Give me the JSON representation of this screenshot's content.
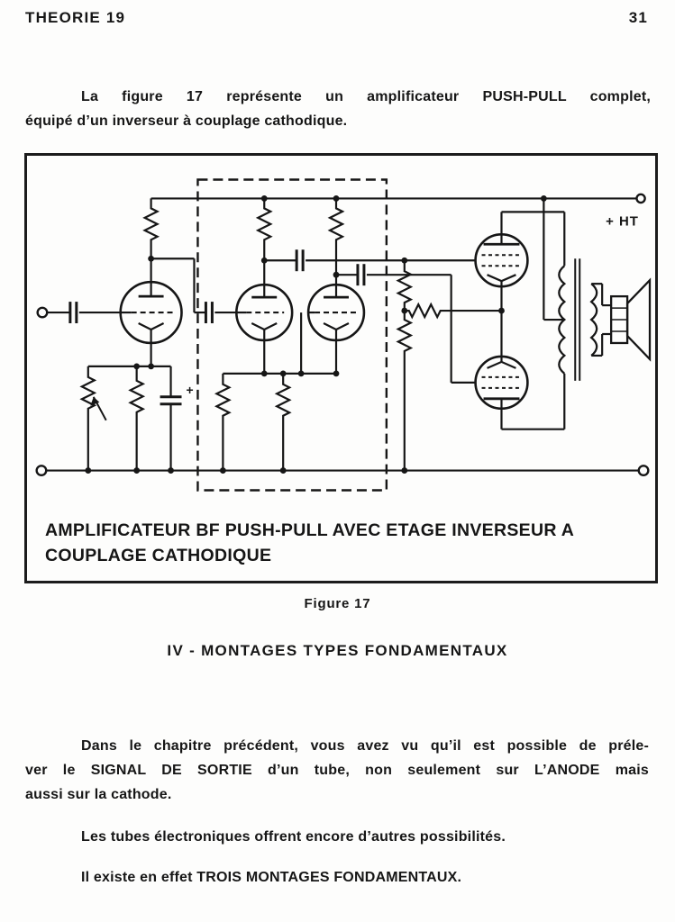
{
  "header": {
    "title": "THEORIE 19",
    "page_number": "31"
  },
  "intro": {
    "lines": [
      "La figure 17 représente un amplificateur PUSH-PULL complet,",
      "équipé d’un inverseur à couplage cathodique."
    ]
  },
  "figure": {
    "ht_label": "+ HT",
    "plus_label": "+",
    "caption_lines": [
      "AMPLIFICATEUR BF PUSH-PULL AVEC ETAGE INVERSEUR A",
      "COUPLAGE CATHODIQUE"
    ],
    "label": "Figure 17"
  },
  "section": {
    "heading": "IV - MONTAGES TYPES FONDAMENTAUX"
  },
  "body": {
    "para1_lines": [
      "Dans le chapitre précédent, vous avez vu qu’il est possible de préle-",
      "ver le SIGNAL DE SORTIE d’un tube, non seulement sur L’ANODE mais",
      "aussi sur la cathode."
    ],
    "para2": "Les tubes électroniques offrent encore d’autres possibilités.",
    "para3": "Il existe en effet TROIS MONTAGES FONDAMENTAUX."
  },
  "colors": {
    "ink": "#161616",
    "paper": "#fdfdfc"
  }
}
